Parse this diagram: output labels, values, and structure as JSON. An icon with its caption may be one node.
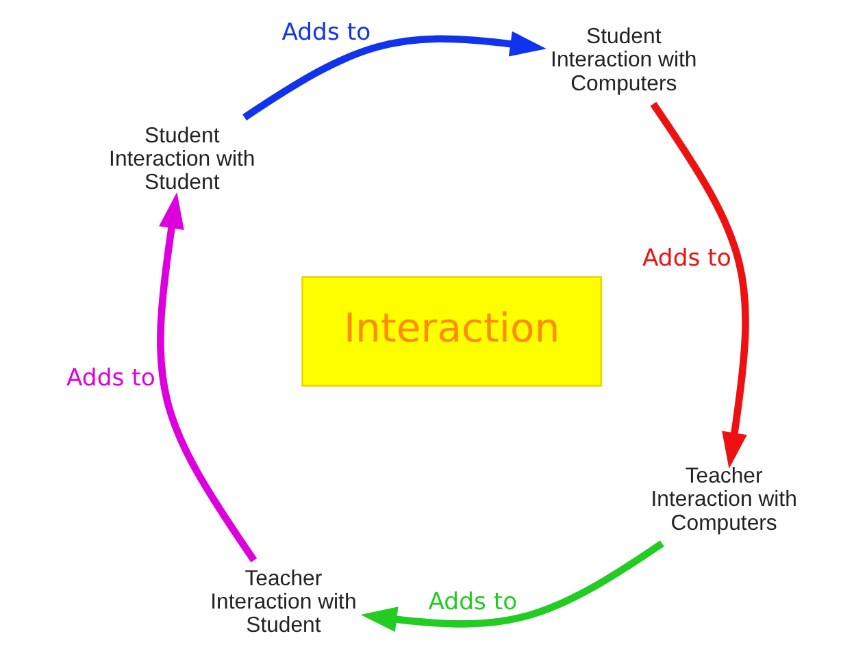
{
  "diagram": {
    "nodes": [
      {
        "text": [
          "Interaction"
        ]
      },
      {
        "text": [
          "Teacher Interaction with Computers"
        ]
      },
      {
        "text": [
          "Teacher Interaction with Student"
        ]
      },
      {
        "text": [
          "Student Interaction with Student"
        ]
      },
      {
        "text": [
          "Student Interaction with Computers"
        ]
      }
    ],
    "edges": [
      {
        "from": 1,
        "to": 2,
        "arrow": "to",
        "label": "Adds to",
        "color": "#22cc22"
      },
      {
        "from": 2,
        "to": 3,
        "arrow": "to",
        "label": "Adds to",
        "color": "#dd00dd"
      },
      {
        "from": 3,
        "to": 4,
        "arrow": "to",
        "label": "Adds to",
        "color": "#1133ee"
      },
      {
        "from": 4,
        "to": 1,
        "arrow": "to",
        "label": "Adds to",
        "color": "#ee1111"
      }
    ]
  }
}
